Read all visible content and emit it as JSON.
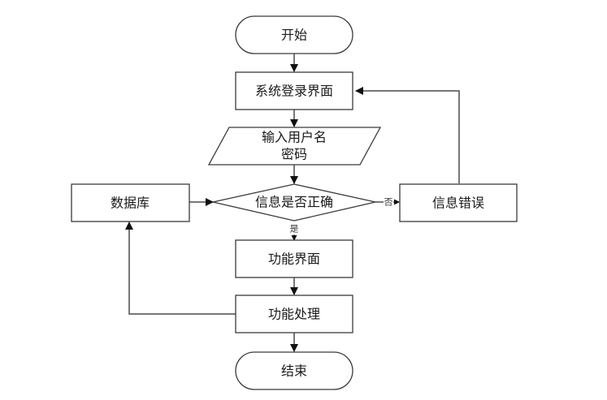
{
  "diagram": {
    "type": "flowchart",
    "nodes": {
      "start": {
        "label": "开始",
        "shape": "terminator"
      },
      "login_page": {
        "label": "系统登录界面",
        "shape": "process"
      },
      "input_credentials": {
        "label_line1": "输入用户名",
        "label_line2": "密码",
        "shape": "input-output"
      },
      "check_info": {
        "label": "信息是否正确",
        "shape": "decision"
      },
      "database": {
        "label": "数据库",
        "shape": "process"
      },
      "info_error": {
        "label": "信息错误",
        "shape": "process"
      },
      "function_page": {
        "label": "功能界面",
        "shape": "process"
      },
      "function_process": {
        "label": "功能处理",
        "shape": "process"
      },
      "end": {
        "label": "结束",
        "shape": "terminator"
      }
    },
    "edges": [
      {
        "from": "start",
        "to": "login_page",
        "label": ""
      },
      {
        "from": "login_page",
        "to": "input_credentials",
        "label": ""
      },
      {
        "from": "input_credentials",
        "to": "check_info",
        "label": ""
      },
      {
        "from": "database",
        "to": "check_info",
        "label": ""
      },
      {
        "from": "check_info",
        "to": "info_error",
        "label": "否"
      },
      {
        "from": "info_error",
        "to": "login_page",
        "label": ""
      },
      {
        "from": "check_info",
        "to": "function_page",
        "label": "是"
      },
      {
        "from": "function_page",
        "to": "function_process",
        "label": ""
      },
      {
        "from": "function_process",
        "to": "database",
        "label": ""
      },
      {
        "from": "function_process",
        "to": "end",
        "label": ""
      }
    ],
    "edge_labels": {
      "no": "否",
      "yes": "是"
    }
  }
}
